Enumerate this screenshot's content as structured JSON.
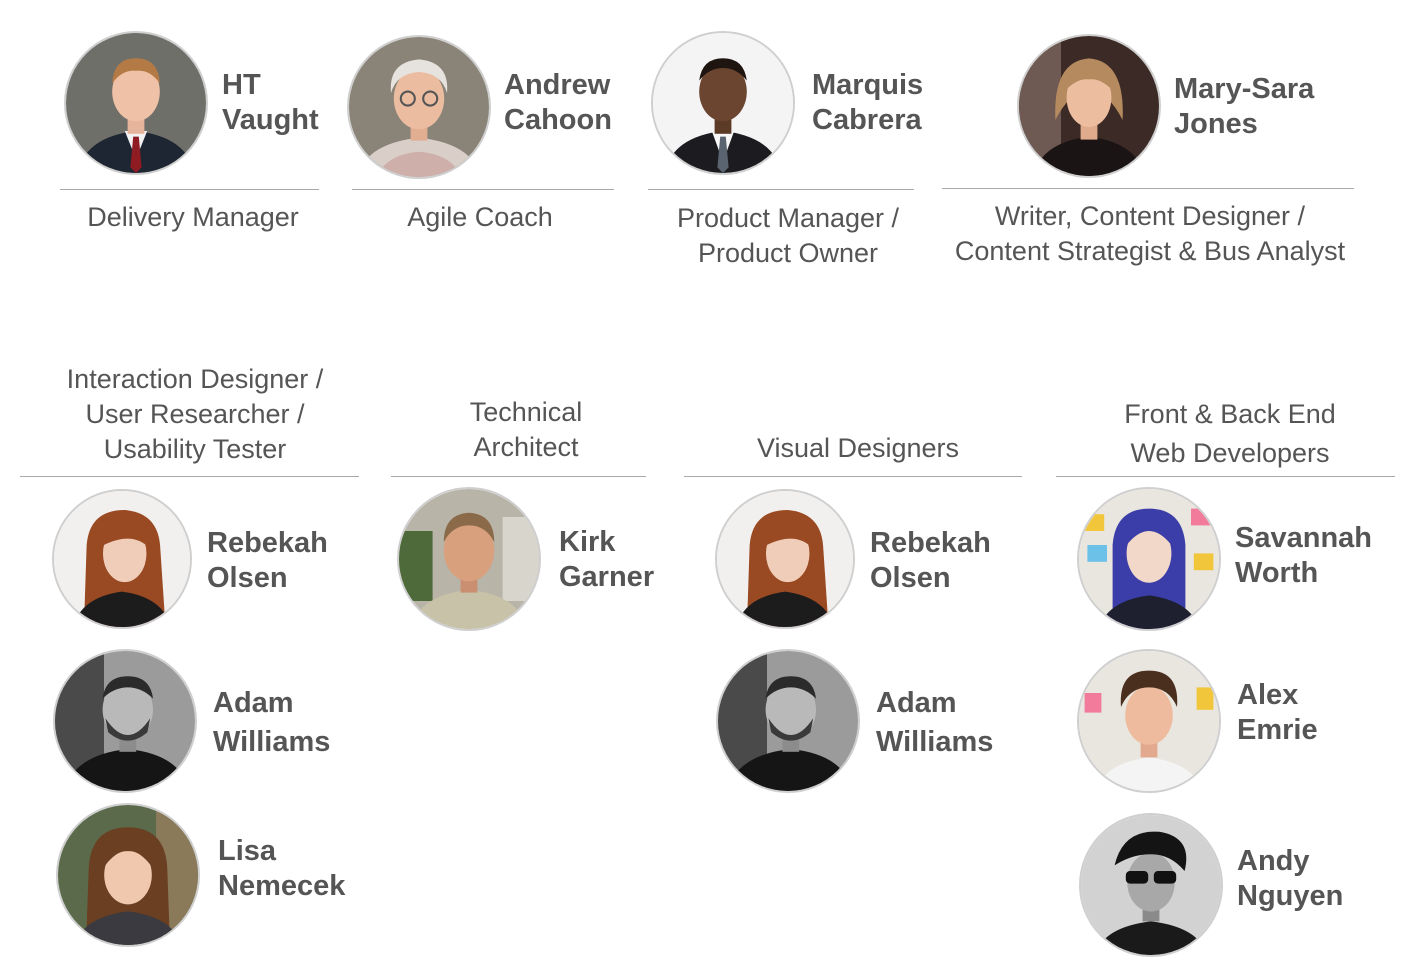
{
  "top_roles": [
    {
      "role_lines": [
        "Delivery Manager"
      ],
      "people": [
        {
          "first": "HT",
          "last": "Vaught",
          "portrait": "portrait-icon-suit-man"
        }
      ]
    },
    {
      "role_lines": [
        "Agile Coach"
      ],
      "people": [
        {
          "first": "Andrew",
          "last": "Cahoon",
          "portrait": "portrait-icon-gray-hair-man"
        }
      ]
    },
    {
      "role_lines": [
        "Product Manager /",
        "Product Owner"
      ],
      "people": [
        {
          "first": "Marquis",
          "last": "Cabrera",
          "portrait": "portrait-icon-suit-man"
        }
      ]
    },
    {
      "role_lines": [
        "Writer, Content Designer /",
        "Content Strategist & Bus Analyst"
      ],
      "people": [
        {
          "first": "Mary-Sara",
          "last": "Jones",
          "portrait": "portrait-icon-woman"
        }
      ]
    }
  ],
  "bottom_roles": [
    {
      "role_lines": [
        "Interaction Designer /",
        "User Researcher /",
        "Usability Tester"
      ],
      "people": [
        {
          "first": "Rebekah",
          "last": "Olsen",
          "portrait": "portrait-icon-red-hair-woman"
        },
        {
          "first": "Adam",
          "last": "Williams",
          "portrait": "portrait-icon-bw-man"
        },
        {
          "first": "Lisa",
          "last": "Nemecek",
          "portrait": "portrait-icon-woman"
        }
      ]
    },
    {
      "role_lines": [
        "Technical",
        "Architect"
      ],
      "people": [
        {
          "first": "Kirk",
          "last": "Garner",
          "portrait": "portrait-icon-man"
        }
      ]
    },
    {
      "role_lines": [
        "Visual Designers"
      ],
      "people": [
        {
          "first": "Rebekah",
          "last": "Olsen",
          "portrait": "portrait-icon-red-hair-woman"
        },
        {
          "first": "Adam",
          "last": "Williams",
          "portrait": "portrait-icon-bw-man"
        }
      ]
    },
    {
      "role_lines": [
        "Front & Back End",
        "Web Developers"
      ],
      "people": [
        {
          "first": "Savannah",
          "last": "Worth",
          "portrait": "portrait-icon-blue-hair-woman"
        },
        {
          "first": "Alex",
          "last": "Emrie",
          "portrait": "portrait-icon-young-man"
        },
        {
          "first": "Andy",
          "last": "Nguyen",
          "portrait": "portrait-icon-sunglasses-man"
        }
      ]
    }
  ]
}
